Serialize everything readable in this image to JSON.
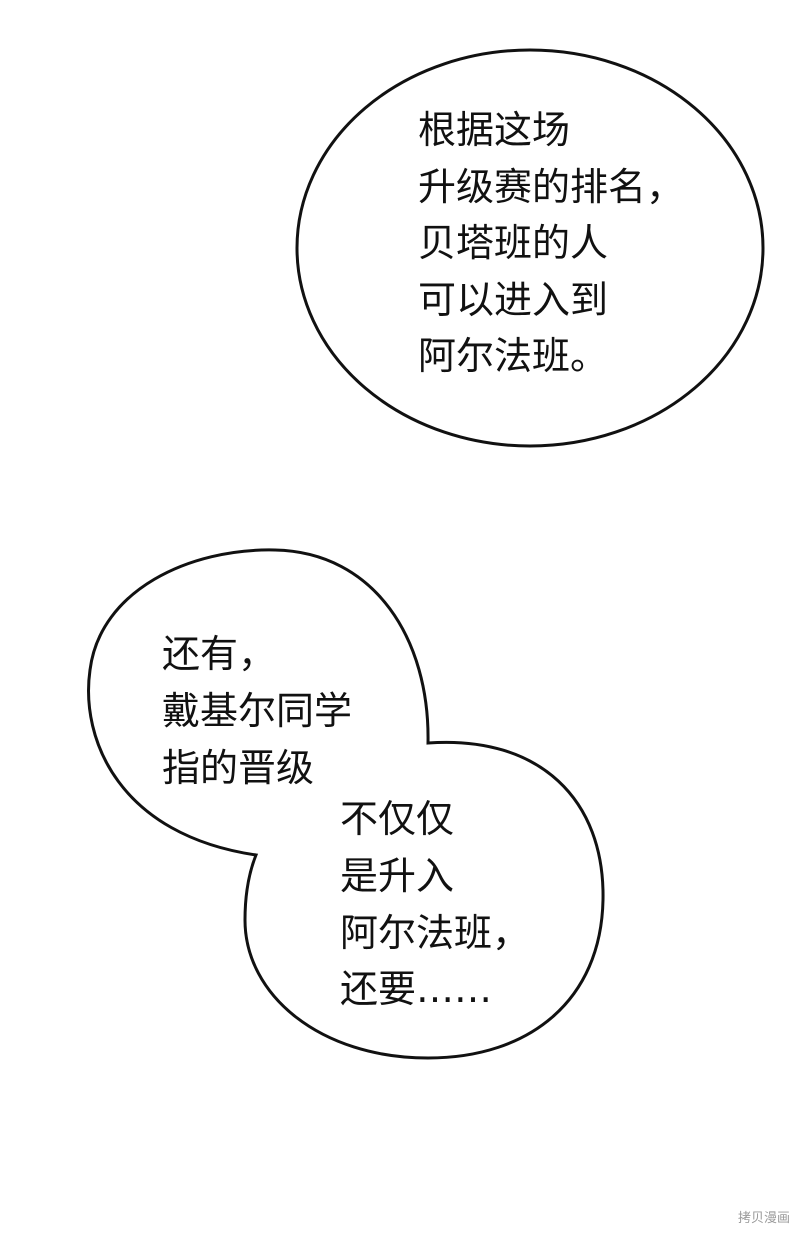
{
  "bubble_1": {
    "lines": [
      "根据这场",
      "升级赛的排名，",
      "贝塔班的人",
      "可以进入到",
      "阿尔法班。"
    ]
  },
  "bubble_2": {
    "lines": [
      "还有，",
      "戴基尔同学",
      "指的晋级",
      "不仅仅",
      "是升入",
      "阿尔法班，",
      "还要……"
    ]
  },
  "watermark": "拷贝漫画",
  "colors": {
    "background": "#ffffff",
    "bubble_fill": "#ffffff",
    "bubble_outline": "#111111",
    "text": "#111111"
  }
}
